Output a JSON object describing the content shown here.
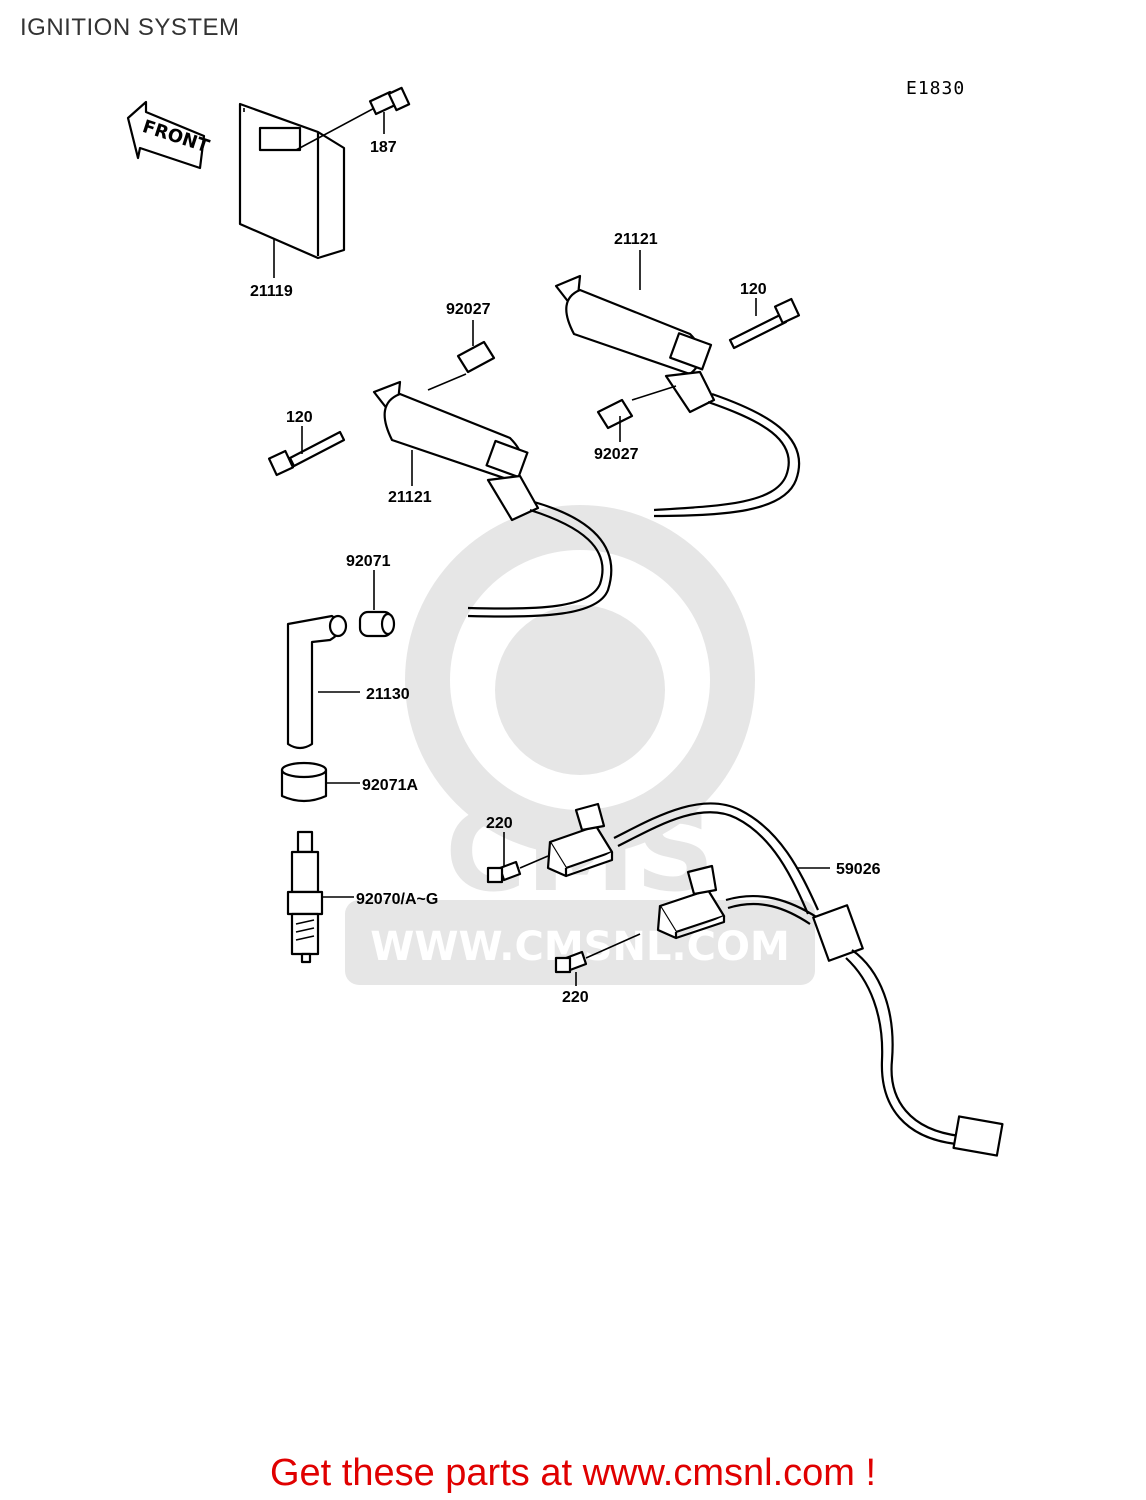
{
  "header": {
    "title": "IGNITION SYSTEM",
    "diagram_code": "E1830"
  },
  "front_arrow": {
    "label": "FRONT"
  },
  "watermark": {
    "brand": "CMS",
    "url": "WWW.CMSNL.COM"
  },
  "parts": {
    "p187": "187",
    "p21119": "21119",
    "p21121_top": "21121",
    "p120_right": "120",
    "p92027_left": "92027",
    "p120_left": "120",
    "p92027_right": "92027",
    "p21121_bottom": "21121",
    "p92071": "92071",
    "p21130": "21130",
    "p92071A": "92071A",
    "p220_top": "220",
    "p59026": "59026",
    "p92070": "92070/A~G",
    "p220_bottom": "220"
  },
  "footer": {
    "cta": "Get these parts at www.cmsnl.com !"
  }
}
